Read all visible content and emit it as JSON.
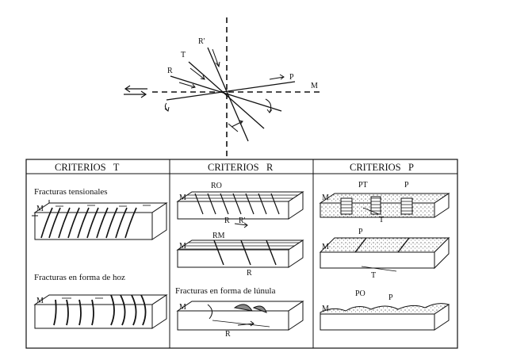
{
  "diagram": {
    "top_labels": {
      "r_prime": "R'",
      "t": "T",
      "r": "R",
      "p": "P",
      "m": "M"
    },
    "columns": [
      {
        "header": "CRITERIOS   T",
        "caption_1": "Fracturas tensionales",
        "caption_2": "Fracturas en forma de hoz",
        "m_label": "M"
      },
      {
        "header": "CRITERIOS   R",
        "block_1_label": "RO",
        "block_1_r": "R",
        "block_1_rprime": "R'",
        "block_2_label": "RM",
        "block_2_r": "R",
        "caption_3": "Fracturas en forma de lúnula",
        "block_3_r": "R",
        "m_label": "M"
      },
      {
        "header": "CRITERIOS   P",
        "block_1_pt": "PT",
        "block_1_p": "P",
        "block_1_t": "T",
        "block_2_p": "P",
        "block_2_t": "T",
        "block_3_po": "PO",
        "block_3_p": "P",
        "m_label": "M"
      }
    ]
  }
}
